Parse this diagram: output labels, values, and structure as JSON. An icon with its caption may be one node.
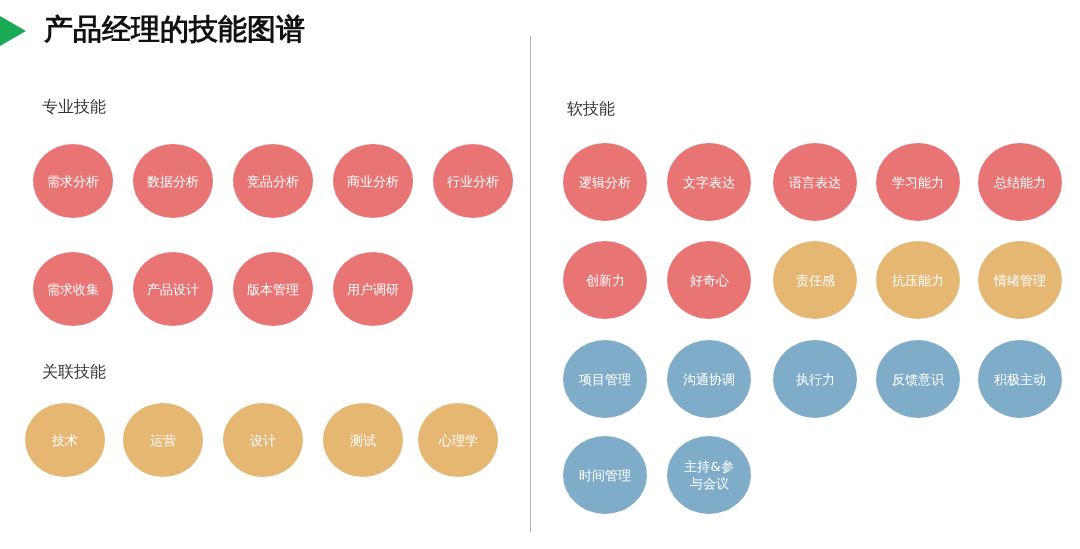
{
  "diagram": {
    "title": "产品经理的技能图谱",
    "nodes": [
      {
        "text": [
          "需求分析"
        ]
      },
      {
        "text": [
          "数据分析"
        ]
      },
      {
        "text": [
          "竞品分析"
        ]
      },
      {
        "text": [
          "商业分析"
        ]
      },
      {
        "text": [
          "行业分析"
        ]
      },
      {
        "text": [
          "需求收集"
        ]
      },
      {
        "text": [
          "产品设计"
        ]
      },
      {
        "text": [
          "版本管理"
        ]
      },
      {
        "text": [
          "用户调研"
        ]
      },
      {
        "text": [
          "技术"
        ]
      },
      {
        "text": [
          "运营"
        ]
      },
      {
        "text": [
          "设计"
        ]
      },
      {
        "text": [
          "测试"
        ]
      },
      {
        "text": [
          "心理学"
        ]
      },
      {
        "text": [
          "逻辑分析"
        ]
      },
      {
        "text": [
          "文字表达"
        ]
      },
      {
        "text": [
          "语言表达"
        ]
      },
      {
        "text": [
          "学习能力"
        ]
      },
      {
        "text": [
          "总结能力"
        ]
      },
      {
        "text": [
          "创新力"
        ]
      },
      {
        "text": [
          "好奇心"
        ]
      },
      {
        "text": [
          "责任感"
        ]
      },
      {
        "text": [
          "抗压能力"
        ]
      },
      {
        "text": [
          "情绪管理"
        ]
      },
      {
        "text": [
          "项目管理"
        ]
      },
      {
        "text": [
          "沟通协调"
        ]
      },
      {
        "text": [
          "执行力"
        ]
      },
      {
        "text": [
          "反馈意识"
        ]
      },
      {
        "text": [
          "积极主动"
        ]
      },
      {
        "text": [
          "时间管理"
        ]
      },
      {
        "text": [
          "主持&参与会议"
        ]
      }
    ],
    "labels": [
      "专业技能",
      "关联技能",
      "软技能"
    ]
  }
}
